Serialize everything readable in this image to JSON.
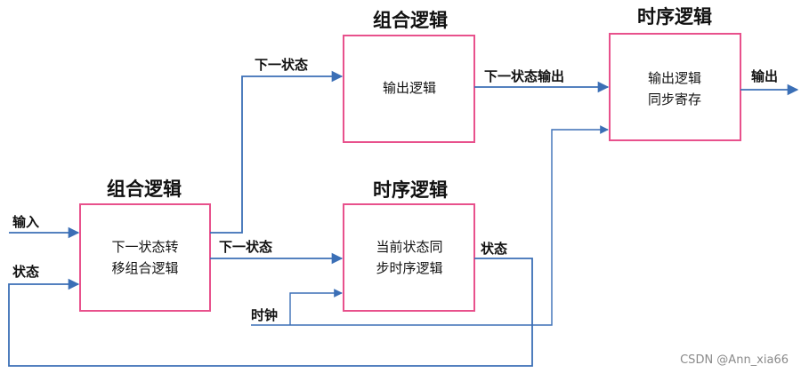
{
  "titles": {
    "comb_top": "组合逻辑",
    "seq_top": "时序逻辑",
    "comb_left": "组合逻辑",
    "seq_mid": "时序逻辑"
  },
  "boxes": {
    "next_state_comb": [
      "下一状态转",
      "移组合逻辑"
    ],
    "output_logic": [
      "输出逻辑"
    ],
    "current_state_seq": [
      "当前状态同",
      "步时序逻辑"
    ],
    "output_sync": [
      "输出逻辑",
      "同步寄存"
    ]
  },
  "signals": {
    "input": "输入",
    "state_feedback": "状态",
    "next_state_upper": "下一状态",
    "next_state_lower": "下一状态",
    "next_state_output": "下一状态输出",
    "state_out": "状态",
    "clock": "时钟",
    "output": "输出"
  },
  "watermark": "CSDN @Ann_xia66",
  "colors": {
    "box_border": "#e8518c",
    "wire": "#3b6fb6"
  }
}
